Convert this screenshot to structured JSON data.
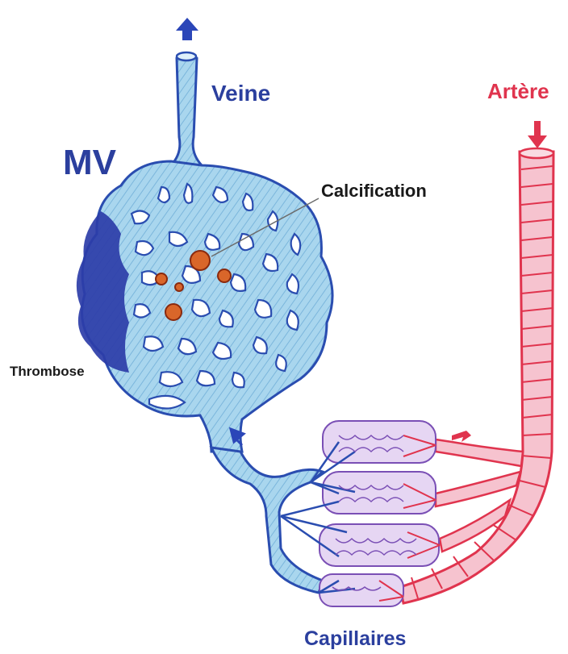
{
  "labels": {
    "mv": "MV",
    "veine": "Veine",
    "artere": "Artère",
    "calcification": "Calcification",
    "thrombose": "Thrombose",
    "capillaires": "Capillaires"
  },
  "colors": {
    "vein_blue": "#2b3f9e",
    "vein_fill": "#a9d6ee",
    "vein_outline": "#2a4db0",
    "artery_red": "#e0344e",
    "artery_fill": "#f6c3cf",
    "capillary_purple": "#7a4fb5",
    "calcification_orange": "#d9662a",
    "thrombus_blue": "#2d3da8"
  }
}
